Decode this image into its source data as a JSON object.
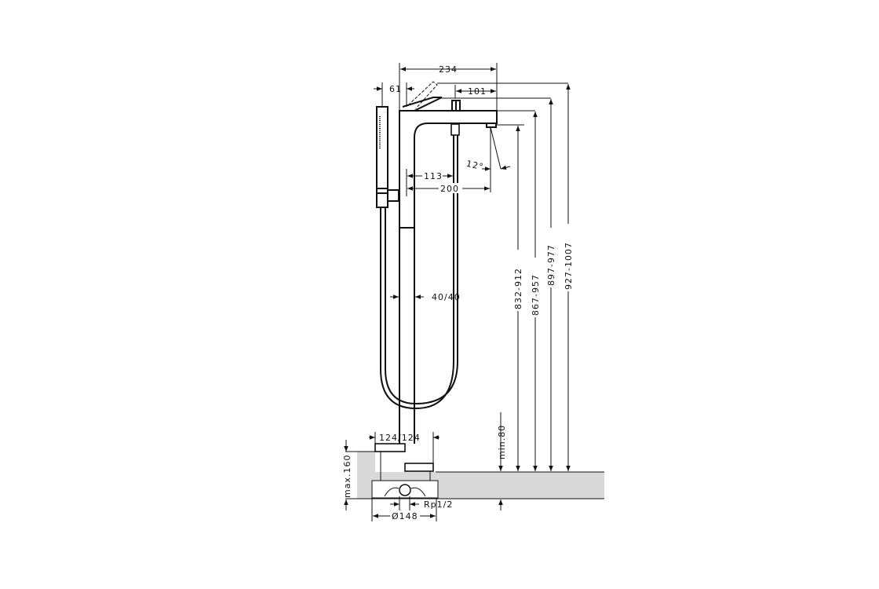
{
  "drawing": {
    "dimensions": {
      "overall_reach": "234",
      "handle_offset": "61",
      "diverter_offset": "101",
      "spout_angle": "12°",
      "inner_113": "113",
      "inner_200": "200",
      "column_dia": "40/40",
      "spout_height": "832-912",
      "body_height": "867-957",
      "diverter_height": "897-977",
      "handle_height": "927-1007",
      "floor_min": "min.80",
      "max_depth": "max.160",
      "base_cover": "124/124",
      "connection": "Rp1/2",
      "box_dia": "Ø148"
    }
  }
}
